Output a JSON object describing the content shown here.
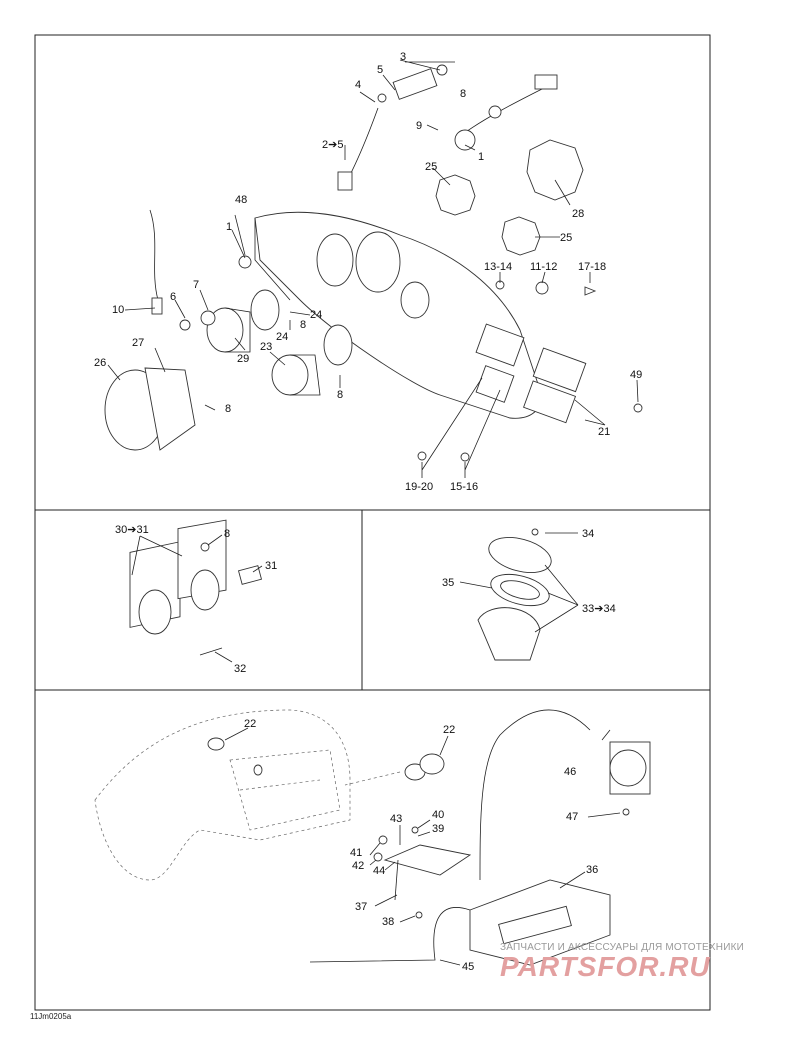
{
  "reference_code": "11Jm0205a",
  "watermark": {
    "line": "ЗАПЧАСТИ И АКСЕССУАРЫ ДЛЯ МОТОТЕХНИКИ",
    "logo": "PARTSFOR.RU"
  },
  "labels": {
    "top": [
      "3",
      "5",
      "4",
      "8",
      "2➔5",
      "9",
      "1",
      "25",
      "28",
      "48",
      "1",
      "25",
      "13-14",
      "11-12",
      "17-18",
      "10",
      "6",
      "7",
      "24",
      "8",
      "24",
      "27",
      "29",
      "23",
      "8",
      "26",
      "8",
      "49",
      "21",
      "19-20",
      "15-16"
    ],
    "middle_left": [
      "30➔31",
      "8",
      "31",
      "32"
    ],
    "middle_right": [
      "34",
      "35",
      "33➔34"
    ],
    "bottom": [
      "22",
      "22",
      "46",
      "47",
      "43",
      "40",
      "39",
      "41",
      "42",
      "44",
      "36",
      "37",
      "38",
      "45"
    ]
  }
}
